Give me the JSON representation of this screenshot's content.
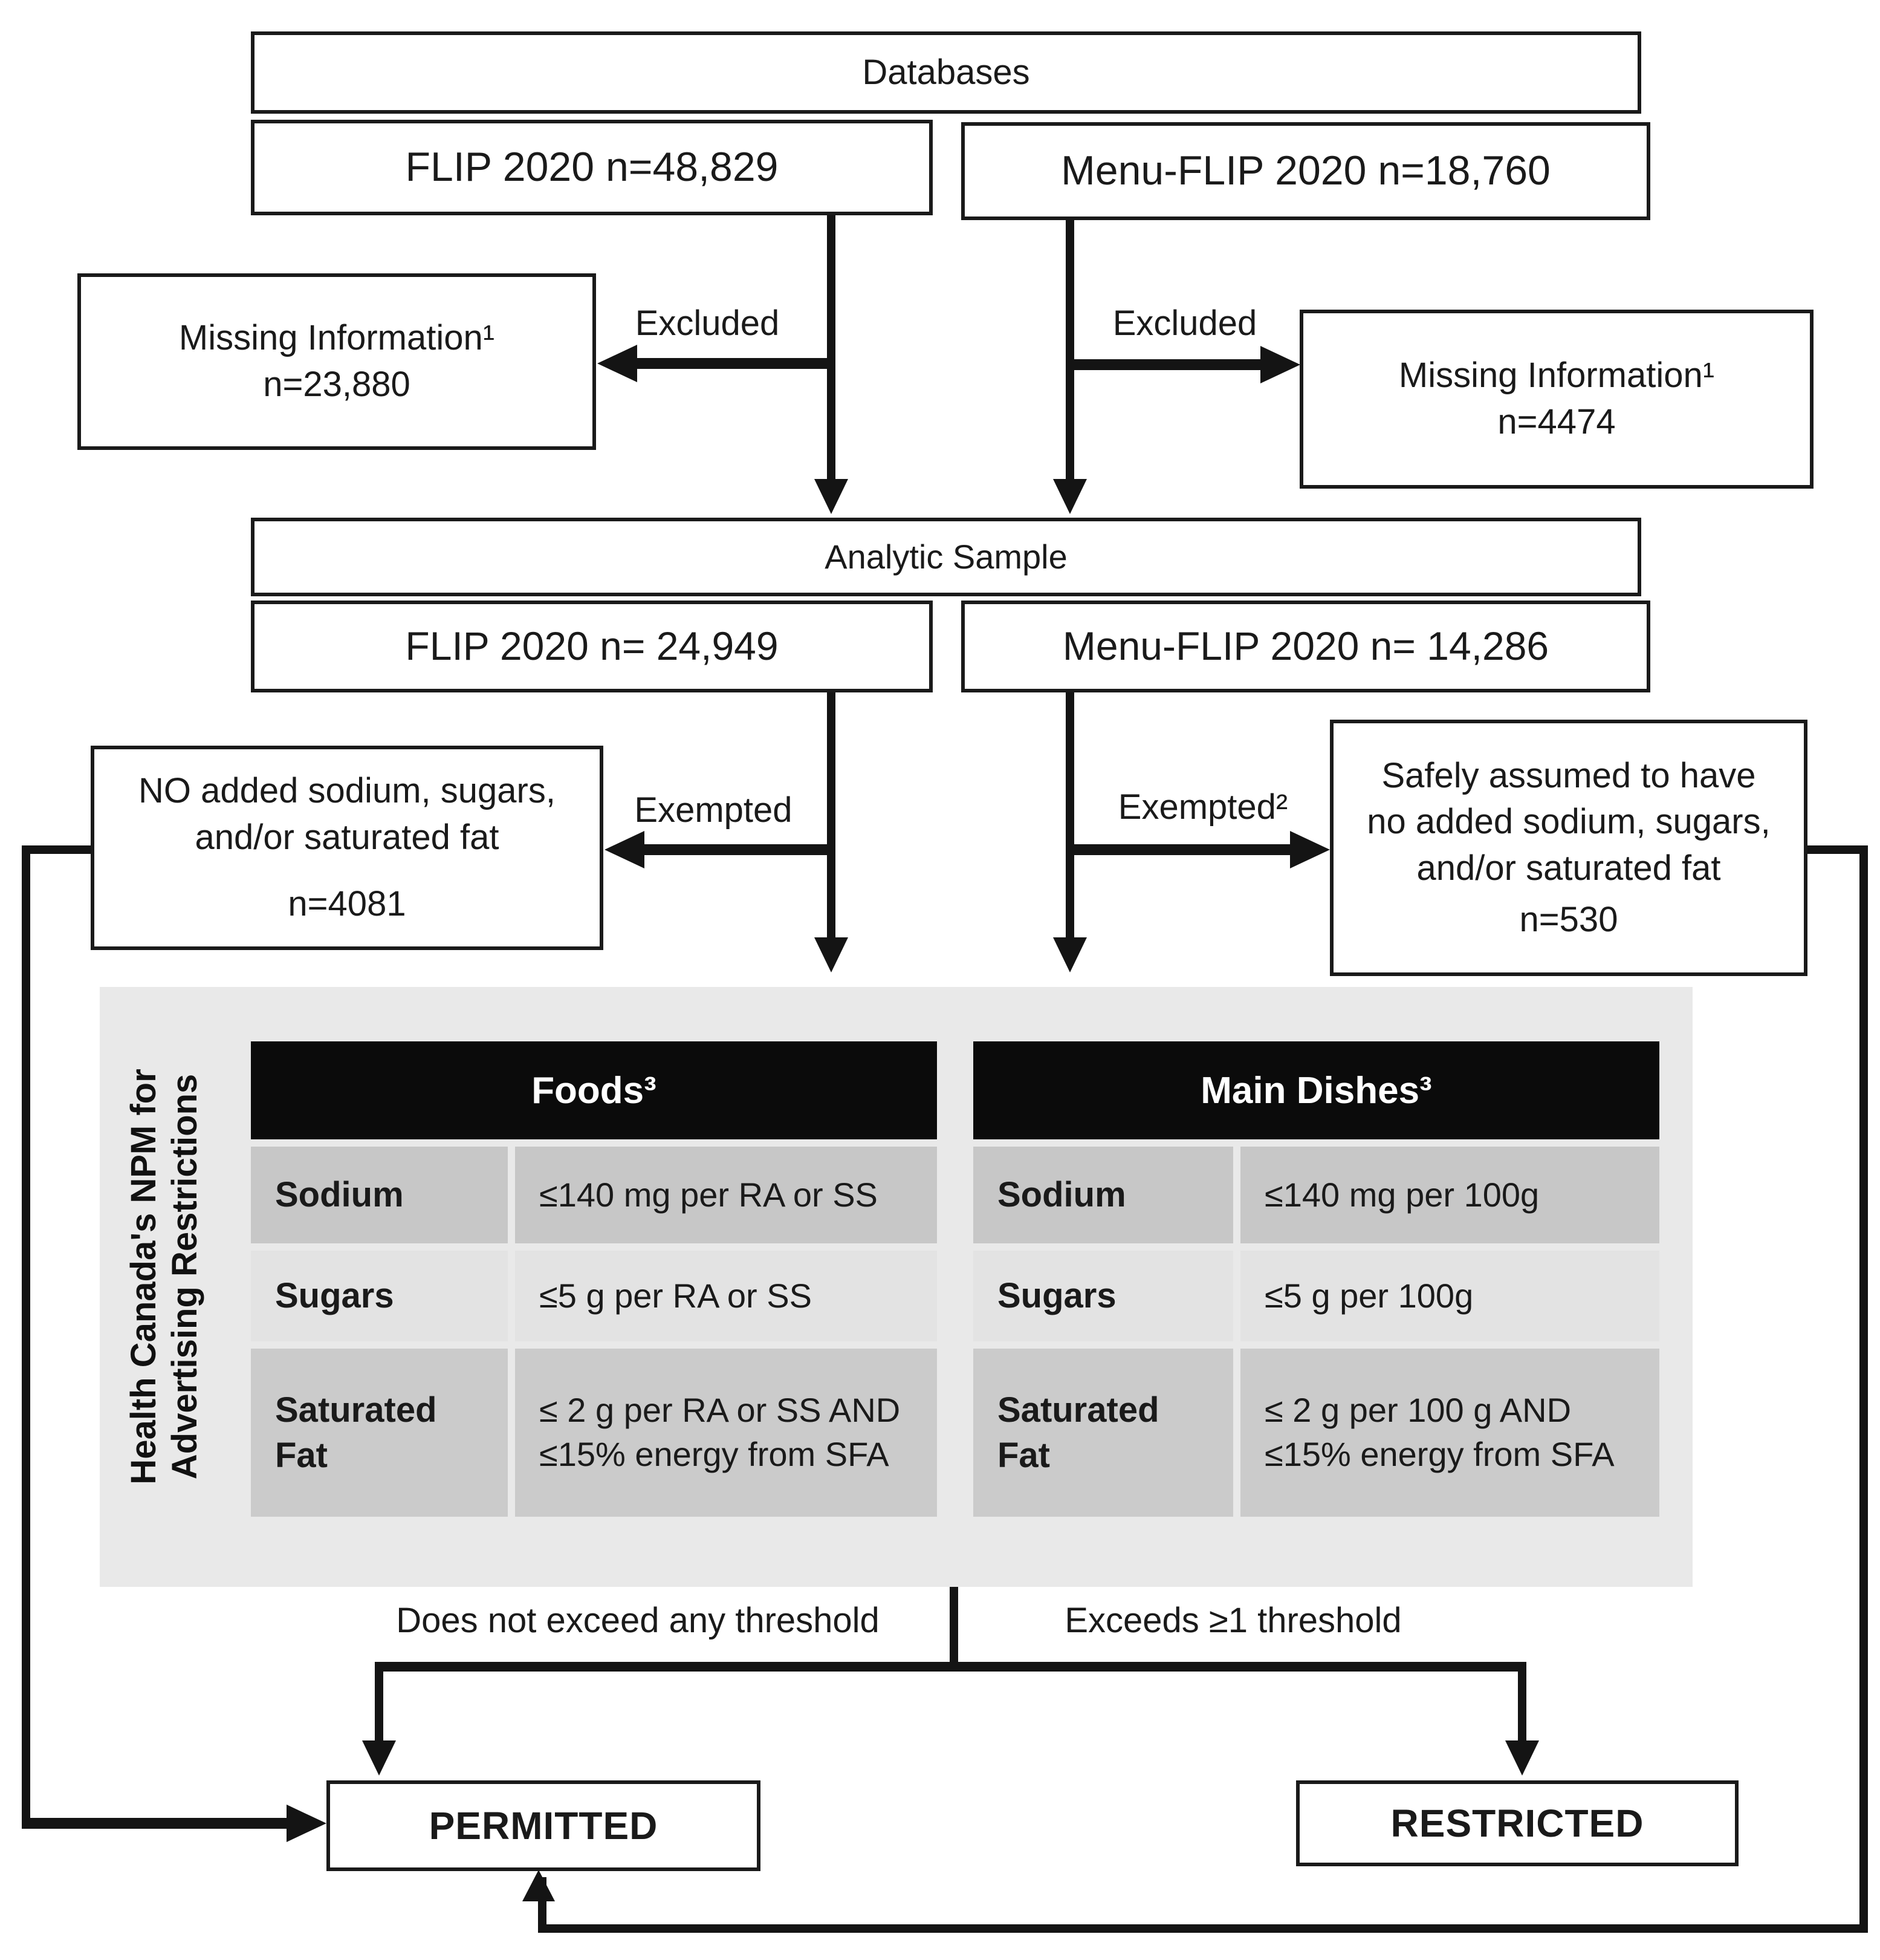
{
  "flow": {
    "databases_header": "Databases",
    "flip_db": "FLIP 2020 n=48,829",
    "menuflip_db": "Menu-FLIP 2020 n=18,760",
    "excluded_left": "Excluded",
    "excluded_right": "Excluded",
    "missing_left": {
      "title": "Missing Information¹",
      "n": "n=23,880"
    },
    "missing_right": {
      "title": "Missing Information¹",
      "n": "n=4474"
    },
    "analytic_header": "Analytic Sample",
    "flip_analytic": "FLIP 2020 n= 24,949",
    "menuflip_analytic": "Menu-FLIP 2020 n= 14,286",
    "exempted_left": "Exempted",
    "exempted_right": "Exempted²",
    "no_added": {
      "line1": "NO added sodium, sugars,",
      "line2": "and/or saturated fat",
      "n": "n=4081"
    },
    "safely_assumed": {
      "line1": "Safely assumed to have",
      "line2": "no added sodium, sugars,",
      "line3": "and/or saturated fat",
      "n": "n=530"
    },
    "npm_sidebar": {
      "line1": "Health Canada's NPM for",
      "line2": "Advertising Restrictions"
    },
    "foods": {
      "title": "Foods³",
      "rows": [
        {
          "label": "Sodium",
          "value": "≤140 mg per RA or SS"
        },
        {
          "label": "Sugars",
          "value": "≤5 g per RA or SS"
        },
        {
          "label": "Saturated Fat",
          "value": "≤ 2 g per RA or SS AND ≤15% energy from SFA"
        }
      ]
    },
    "main_dishes": {
      "title": "Main Dishes³",
      "rows": [
        {
          "label": "Sodium",
          "value": "≤140 mg per 100g"
        },
        {
          "label": "Sugars",
          "value": "≤5 g per 100g"
        },
        {
          "label": "Saturated Fat",
          "value": "≤ 2 g per 100 g AND ≤15% energy from SFA"
        }
      ]
    },
    "outcome_left_label": "Does not exceed any threshold",
    "outcome_right_label": "Exceeds ≥1 threshold",
    "permitted": "PERMITTED",
    "restricted": "RESTRICTED"
  },
  "colors": {
    "panel_bg": "#e9e9e9",
    "table_header_bg": "#0b0b0b",
    "row_dark": "#c7c7c7",
    "row_light": "#e3e3e3",
    "row_mid": "#cbcbcb",
    "line": "#141414",
    "text": "#1a1a1a"
  }
}
